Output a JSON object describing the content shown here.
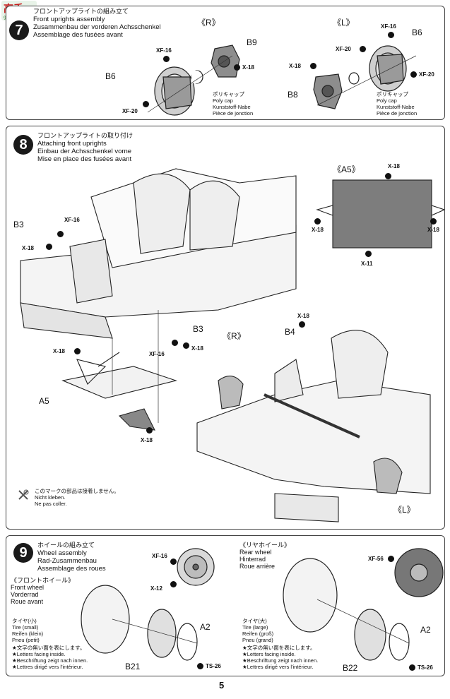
{
  "logo": {
    "text": "高手",
    "sub": "gaoshou.com"
  },
  "step7": {
    "number": "7",
    "jp": "フロントアップライトの組み立て",
    "en": "Front uprights assembly",
    "de": "Zusammenbau der vorderen Achsschenkel",
    "fr": "Assemblage des fusées avant",
    "right_tag": "《R》",
    "left_tag": "《L》",
    "labels": {
      "b9": "B9",
      "b6_r": "B6",
      "b6_l": "B6",
      "b8": "B8",
      "xf16_r": "XF-16",
      "xf16_l": "XF-16",
      "xf20_r": "XF-20",
      "xf20_l": "XF-20",
      "xf20_l2": "XF-20",
      "x18_r": "X-18",
      "x18_l": "X-18"
    },
    "polycap_r": [
      "ポリキャップ",
      "Poly cap",
      "Kunststoff-Nabe",
      "Pièce de jonction"
    ],
    "polycap_l": [
      "ポリキャップ",
      "Poly cap",
      "Kunststoff-Nabe",
      "Pièce de jonction"
    ]
  },
  "step8": {
    "number": "8",
    "jp": "フロントアップライトの取り付け",
    "en": "Attaching front uprights",
    "de": "Einbau der Achsschenkel vorne",
    "fr": "Mise en place des fusées avant",
    "a5_tag": "《A5》",
    "labels": {
      "b3_top": "B3",
      "b3_mid": "B3",
      "b4": "B4",
      "a5": "A5",
      "xf16_a": "XF-16",
      "xf16_b": "XF-16",
      "x18_a": "X-18",
      "x18_b": "X-18",
      "x18_c": "X-18",
      "x18_d": "X-18",
      "x18_e": "X-18",
      "x18_f": "X-18",
      "x18_g": "X-18",
      "x11": "X-11",
      "r_tag": "《R》",
      "l_tag": "《L》"
    },
    "note": [
      "このマークの部品は接着しません。",
      "Nicht kleben.",
      "Ne pas coller."
    ]
  },
  "step9": {
    "number": "9",
    "jp": "ホイールの組み立て",
    "en": "Wheel assembly",
    "de": "Rad-Zusammenbau",
    "fr": "Assemblage des roues",
    "front_head": [
      "《フロントホイール》",
      "Front wheel",
      "Vorderrad",
      "Roue avant"
    ],
    "rear_head": [
      "《リヤホイール》",
      "Rear wheel",
      "Hinterrad",
      "Roue arrière"
    ],
    "tire_small": [
      "タイヤ(小)",
      "Tire (small)",
      "Reifen (klein)",
      "Pneu (petit)"
    ],
    "tire_large": [
      "タイヤ(大)",
      "Tire (large)",
      "Reifen (groß)",
      "Pneu (grand)"
    ],
    "letters_front": [
      "★文字の無い面を表にします。",
      "★Letters facing inside.",
      "★Beschriftung zeigt nach innen.",
      "★Lettres dirigé vers l'intérieur."
    ],
    "letters_rear": [
      "★文字の無い面を表にします。",
      "★Letters facing inside.",
      "★Beschriftung zeigt nach innen.",
      "★Lettres dirigé vers l'intérieur."
    ],
    "labels": {
      "xf16": "XF-16",
      "x12": "X-12",
      "a2_f": "A2",
      "b21": "B21",
      "ts26_f": "TS-26",
      "xf56": "XF-56",
      "a2_r": "A2",
      "b22": "B22",
      "ts26_r": "TS-26"
    }
  },
  "page_number": "5"
}
